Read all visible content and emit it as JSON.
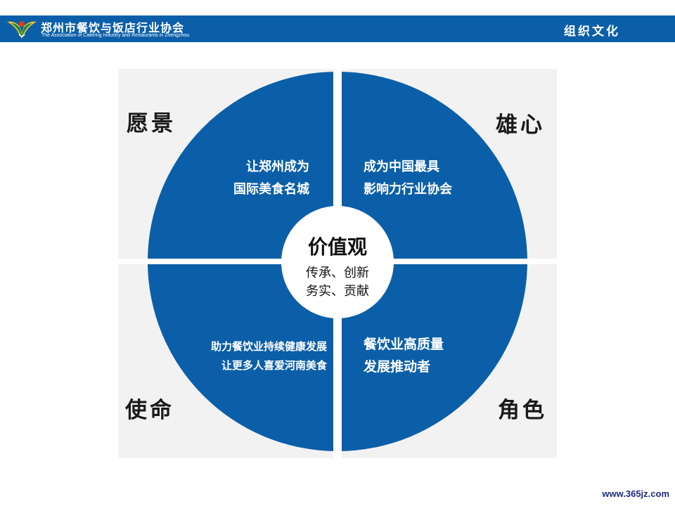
{
  "header": {
    "association_cn": "郑州市餐饮与饭店行业协会",
    "association_en": "The Association of Catering Industry and Restaurants in Zhengzhou",
    "section_title": "组织文化"
  },
  "colors": {
    "header_blue": "#0b5fa8",
    "wheel_blue": "#0b5fa8",
    "page_bg": "#ffffff"
  },
  "wheel": {
    "center": {
      "title": "价值观",
      "line1": "传承、创新",
      "line2": "务实、贡献"
    },
    "quadrants": {
      "top_left": {
        "label": "愿景",
        "line1": "让郑州成为",
        "line2": "国际美食名城"
      },
      "top_right": {
        "label": "雄心",
        "line1": "成为中国最具",
        "line2": "影响力行业协会"
      },
      "bottom_left": {
        "label": "使命",
        "line1": "助力餐饮业持续健康发展",
        "line2": "让更多人喜爱河南美食"
      },
      "bottom_right": {
        "label": "角色",
        "line1": "餐饮业高质量",
        "line2": "发展推动者"
      }
    }
  },
  "watermark": "www.365jz.com"
}
